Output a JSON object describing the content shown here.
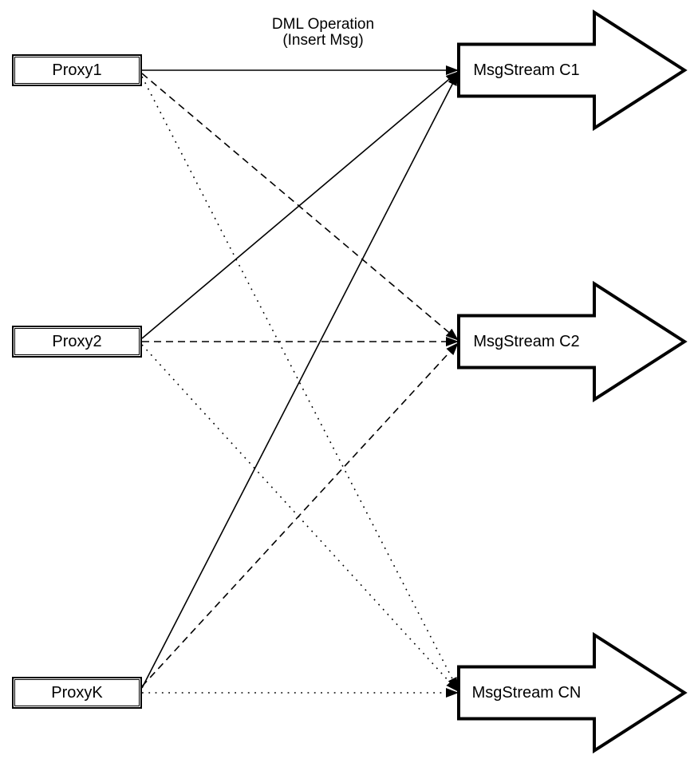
{
  "diagram": {
    "colors": {
      "stroke": "#000000",
      "background": "#ffffff",
      "shape_fill": "#ffffff"
    },
    "edge_label": "DML Operation\n(Insert Msg)",
    "proxies": [
      {
        "label": "Proxy1"
      },
      {
        "label": "Proxy2"
      },
      {
        "label": "ProxyK"
      }
    ],
    "streams": [
      {
        "label": "MsgStream C1"
      },
      {
        "label": "MsgStream C2"
      },
      {
        "label": "MsgStream CN"
      }
    ],
    "edges": [
      {
        "from": "Proxy1",
        "to": "MsgStream C1",
        "style": "solid",
        "label": "DML Operation (Insert Msg)"
      },
      {
        "from": "Proxy2",
        "to": "MsgStream C1",
        "style": "solid",
        "label": ""
      },
      {
        "from": "ProxyK",
        "to": "MsgStream C1",
        "style": "solid",
        "label": ""
      },
      {
        "from": "Proxy1",
        "to": "MsgStream C2",
        "style": "dashed",
        "label": ""
      },
      {
        "from": "Proxy2",
        "to": "MsgStream C2",
        "style": "dashed",
        "label": ""
      },
      {
        "from": "ProxyK",
        "to": "MsgStream C2",
        "style": "dashed",
        "label": ""
      },
      {
        "from": "Proxy1",
        "to": "MsgStream CN",
        "style": "dotted",
        "label": ""
      },
      {
        "from": "Proxy2",
        "to": "MsgStream CN",
        "style": "dotted",
        "label": ""
      },
      {
        "from": "ProxyK",
        "to": "MsgStream CN",
        "style": "dotted",
        "label": ""
      }
    ]
  }
}
